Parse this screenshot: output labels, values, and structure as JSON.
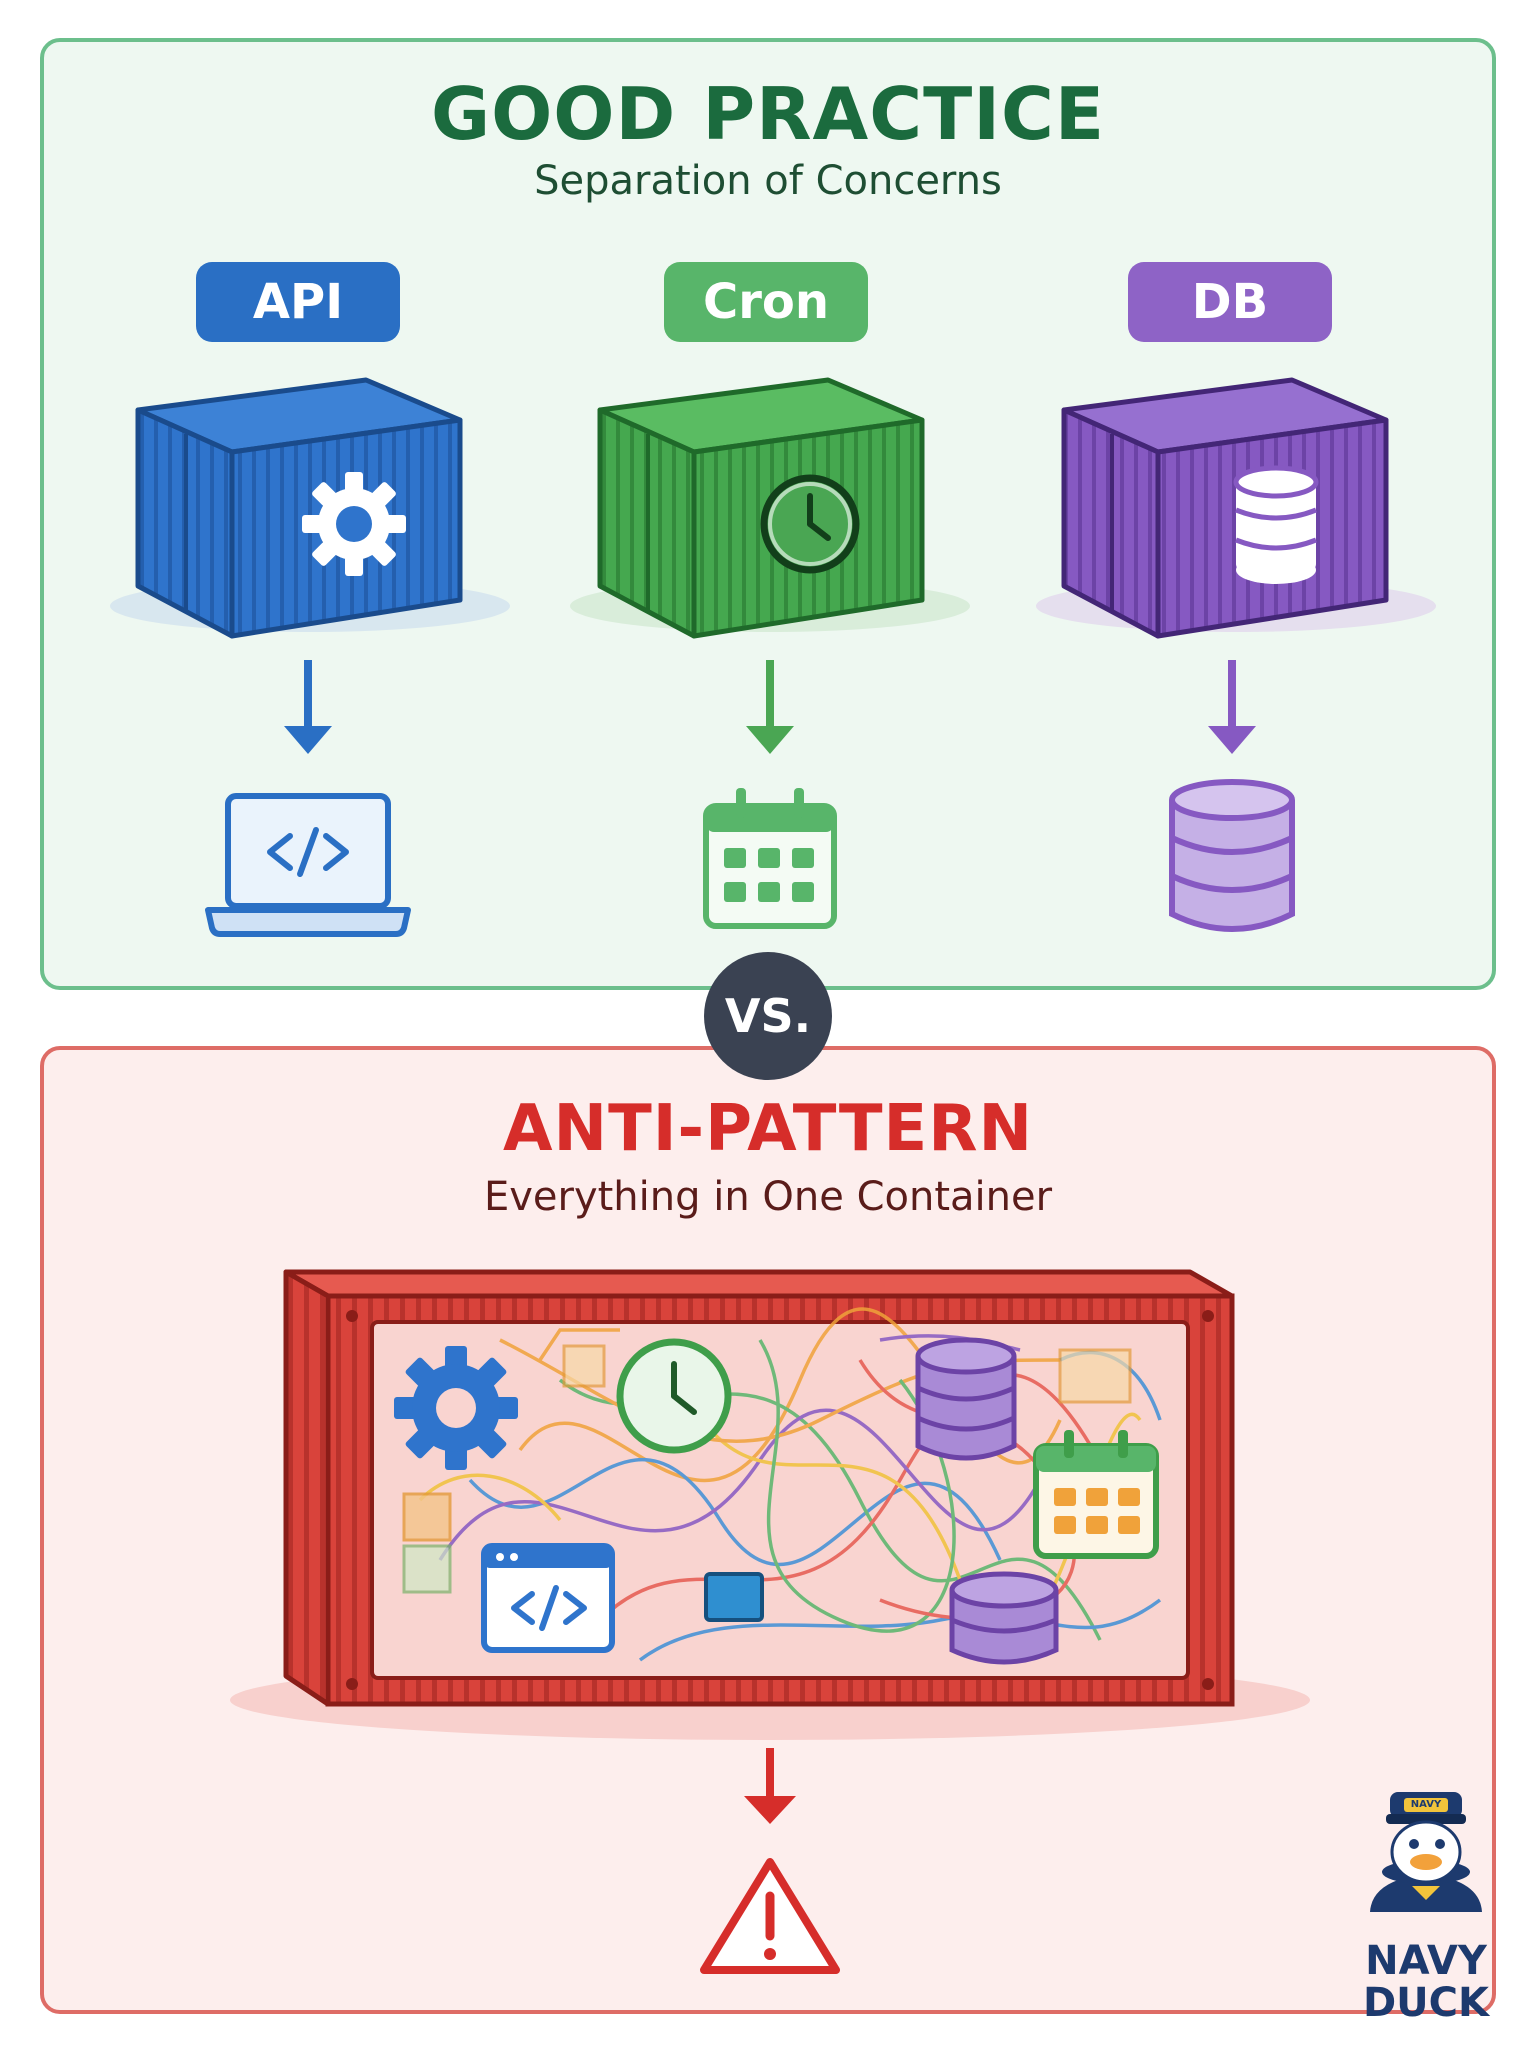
{
  "good": {
    "title": "GOOD PRACTICE",
    "subtitle": "Separation of Concerns",
    "services": [
      {
        "label": "API",
        "color": "#2a6fc4",
        "icon": "gear-icon",
        "output_icon": "laptop-code-icon"
      },
      {
        "label": "Cron",
        "color": "#3f9e4a",
        "icon": "clock-icon",
        "output_icon": "calendar-icon"
      },
      {
        "label": "DB",
        "color": "#7a4fb8",
        "icon": "database-icon",
        "output_icon": "database-icon"
      }
    ]
  },
  "separator": {
    "label": "VS."
  },
  "bad": {
    "title": "ANTI-PATTERN",
    "subtitle": "Everything in One Container",
    "color": "#d33b32",
    "result_icon": "warning-icon"
  },
  "brand": {
    "line1": "NAVY",
    "line2": "DUCK",
    "cap_text": "NAVY"
  }
}
